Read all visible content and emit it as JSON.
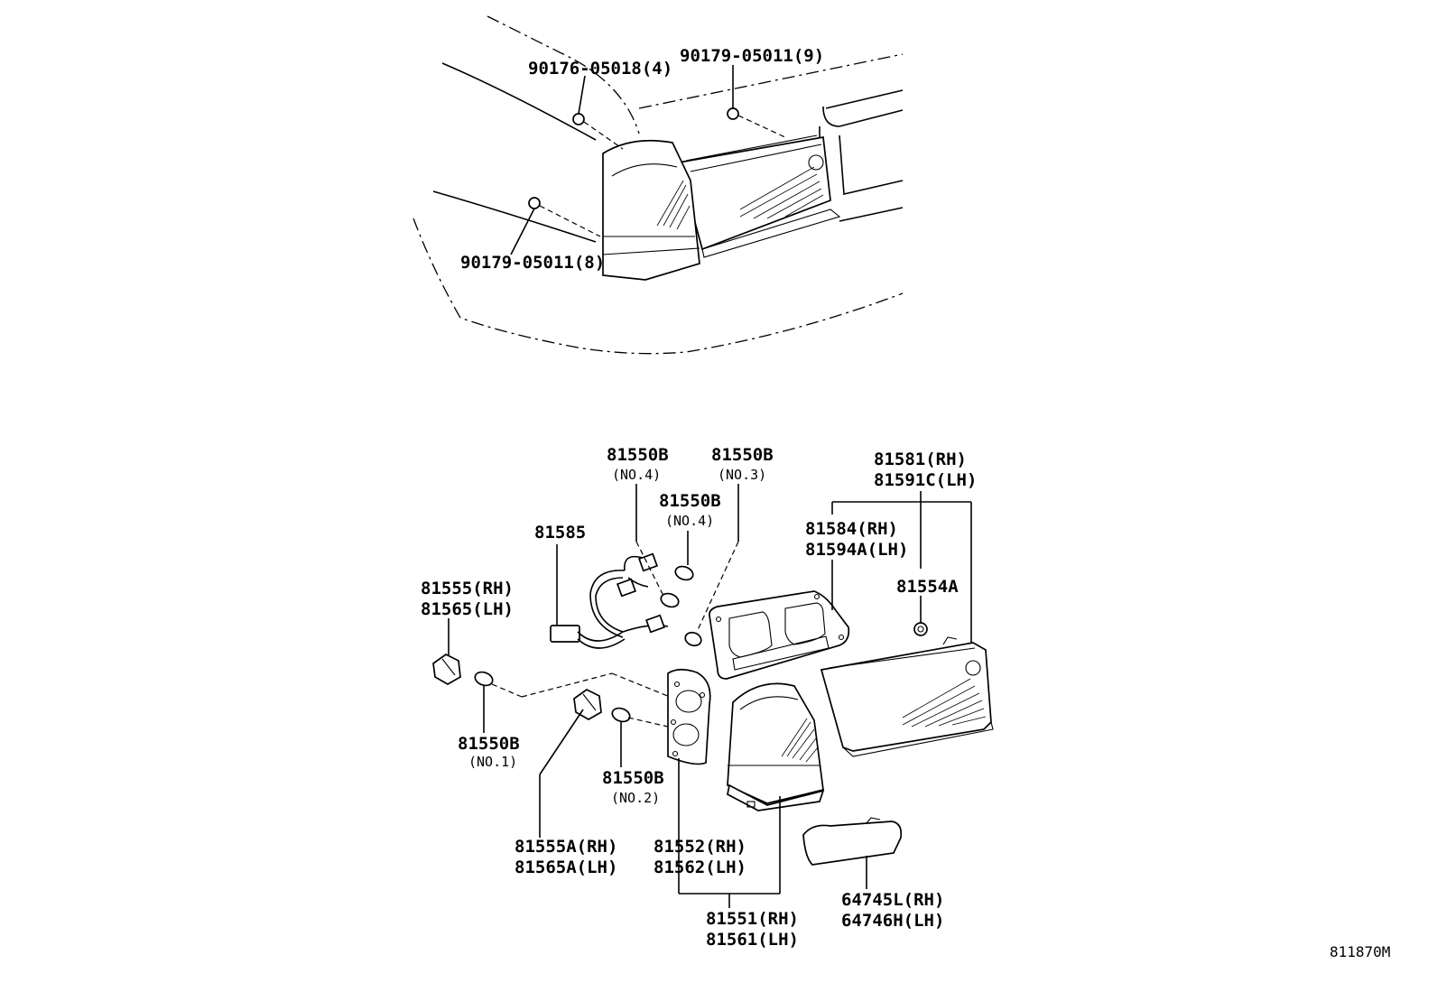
{
  "labels": {
    "p90176_05018": "90176-05018(4)",
    "p90179_05011_9": "90179-05011(9)",
    "p90179_05011_8": "90179-05011(8)",
    "p81550b_a": "81550B",
    "p81550b_a_sub": "(NO.4)",
    "p81550b_b": "81550B",
    "p81550b_b_sub": "(NO.3)",
    "p81550b_c": "81550B",
    "p81550b_c_sub": "(NO.4)",
    "p81585": "81585",
    "p81555_rh": "81555(RH)",
    "p81565_lh": "81565(LH)",
    "p81550b_d": "81550B",
    "p81550b_d_sub": "(NO.1)",
    "p81550b_e": "81550B",
    "p81550b_e_sub": "(NO.2)",
    "p81555a_rh": "81555A(RH)",
    "p81565a_lh": "81565A(LH)",
    "p81552_rh": "81552(RH)",
    "p81562_lh": "81562(LH)",
    "p81551_rh": "81551(RH)",
    "p81561_lh": "81561(LH)",
    "p81581_rh": "81581(RH)",
    "p81591c_lh": "81591C(LH)",
    "p81584_rh": "81584(RH)",
    "p81594a_lh": "81594A(LH)",
    "p81554a": "81554A",
    "p64745l_rh": "64745L(RH)",
    "p64746h_lh": "64746H(LH)",
    "figure_code": "811870M"
  }
}
